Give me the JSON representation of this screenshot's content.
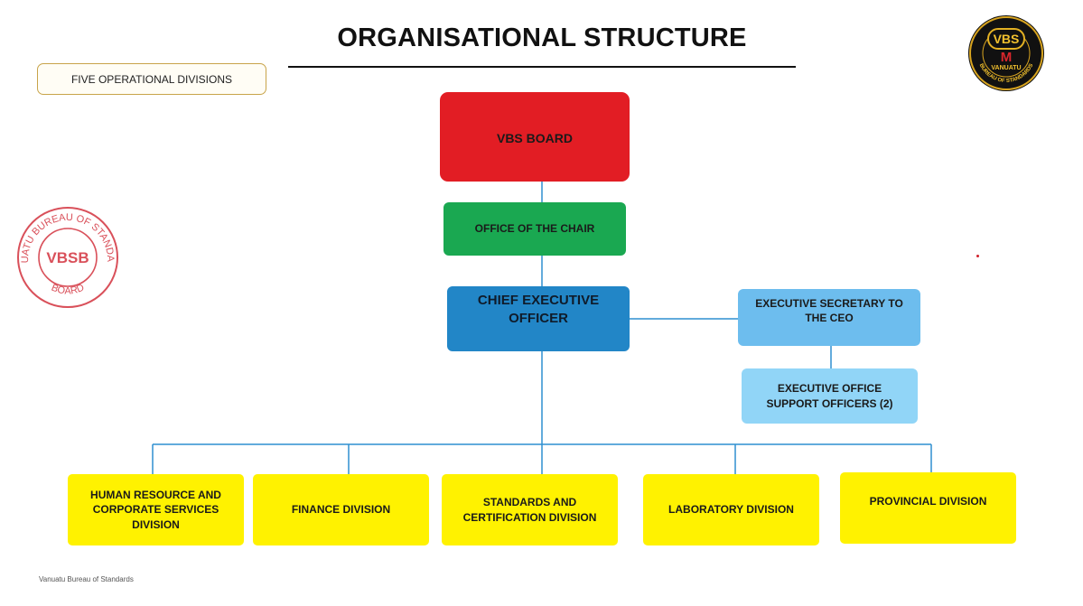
{
  "title": "ORGANISATIONAL STRUCTURE",
  "tag": "FIVE OPERATIONAL DIVISIONS",
  "nodes": {
    "board": "VBS BOARD",
    "chair": "OFFICE OF THE CHAIR",
    "ceo": "CHIEF EXECUTIVE OFFICER",
    "secretary": "EXECUTIVE SECRETARY TO THE CEO",
    "support": "EXECUTIVE OFFICE SUPPORT OFFICERS (2)"
  },
  "divisions": [
    "HUMAN RESOURCE  AND CORPORATE SERVICES DIVISION",
    "FINANCE DIVISION",
    "STANDARDS AND CERTIFICATION DIVISION",
    "LABORATORY DIVISION",
    "PROVINCIAL DIVISION"
  ],
  "logo_right": {
    "abbr": "VBS",
    "letter": "M",
    "name": "VANUATU",
    "ring": "BUREAU OF STANDARDS"
  },
  "logo_left": {
    "abbr": "VBSB",
    "ring_top": "VANUATU BUREAU OF STANDARDS",
    "ring_bottom": "BOARD"
  },
  "footer": "Vanuatu Bureau of Standards",
  "colors": {
    "board": "#e21d24",
    "chair": "#1aa851",
    "ceo": "#2286c7",
    "secretary": "#6dbdee",
    "support": "#91d5f7",
    "division": "#fff200",
    "connector": "#2f8fd0"
  }
}
